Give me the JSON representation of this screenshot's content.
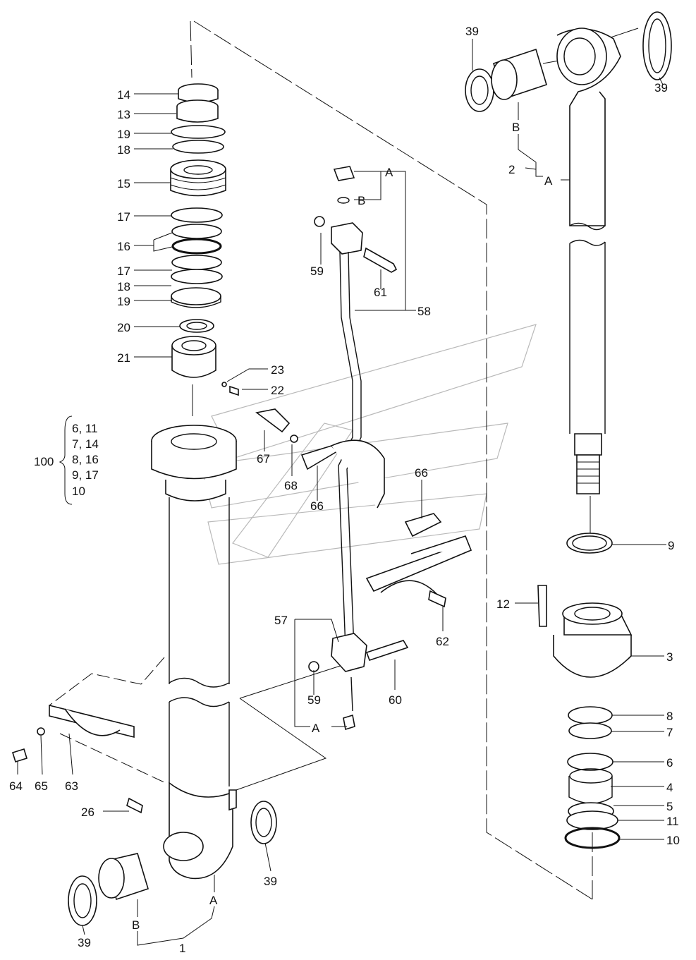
{
  "callouts": [
    {
      "text": "14"
    },
    {
      "text": "13"
    },
    {
      "text": "19"
    },
    {
      "text": "18"
    },
    {
      "text": "15"
    },
    {
      "text": "17"
    },
    {
      "text": "16"
    },
    {
      "text": "17"
    },
    {
      "text": "18"
    },
    {
      "text": "19"
    },
    {
      "text": "20"
    },
    {
      "text": "21"
    },
    {
      "text": "23"
    },
    {
      "text": "22"
    },
    {
      "text": "100"
    },
    {
      "text": "6, 11"
    },
    {
      "text": "7, 14"
    },
    {
      "text": "8, 16"
    },
    {
      "text": "9, 17"
    },
    {
      "text": "10"
    },
    {
      "text": "67"
    },
    {
      "text": "68"
    },
    {
      "text": "66"
    },
    {
      "text": "66"
    },
    {
      "text": "62"
    },
    {
      "text": "A"
    },
    {
      "text": "B"
    },
    {
      "text": "59"
    },
    {
      "text": "61"
    },
    {
      "text": "58"
    },
    {
      "text": "57"
    },
    {
      "text": "59"
    },
    {
      "text": "60"
    },
    {
      "text": "A"
    },
    {
      "text": "39"
    },
    {
      "text": "39"
    },
    {
      "text": "B"
    },
    {
      "text": "2"
    },
    {
      "text": "A"
    },
    {
      "text": "9"
    },
    {
      "text": "12"
    },
    {
      "text": "3"
    },
    {
      "text": "8"
    },
    {
      "text": "7"
    },
    {
      "text": "6"
    },
    {
      "text": "4"
    },
    {
      "text": "5"
    },
    {
      "text": "11"
    },
    {
      "text": "10"
    },
    {
      "text": "64"
    },
    {
      "text": "65"
    },
    {
      "text": "63"
    },
    {
      "text": "26"
    },
    {
      "text": "39"
    },
    {
      "text": "39"
    },
    {
      "text": "B"
    },
    {
      "text": "A"
    },
    {
      "text": "1"
    }
  ]
}
